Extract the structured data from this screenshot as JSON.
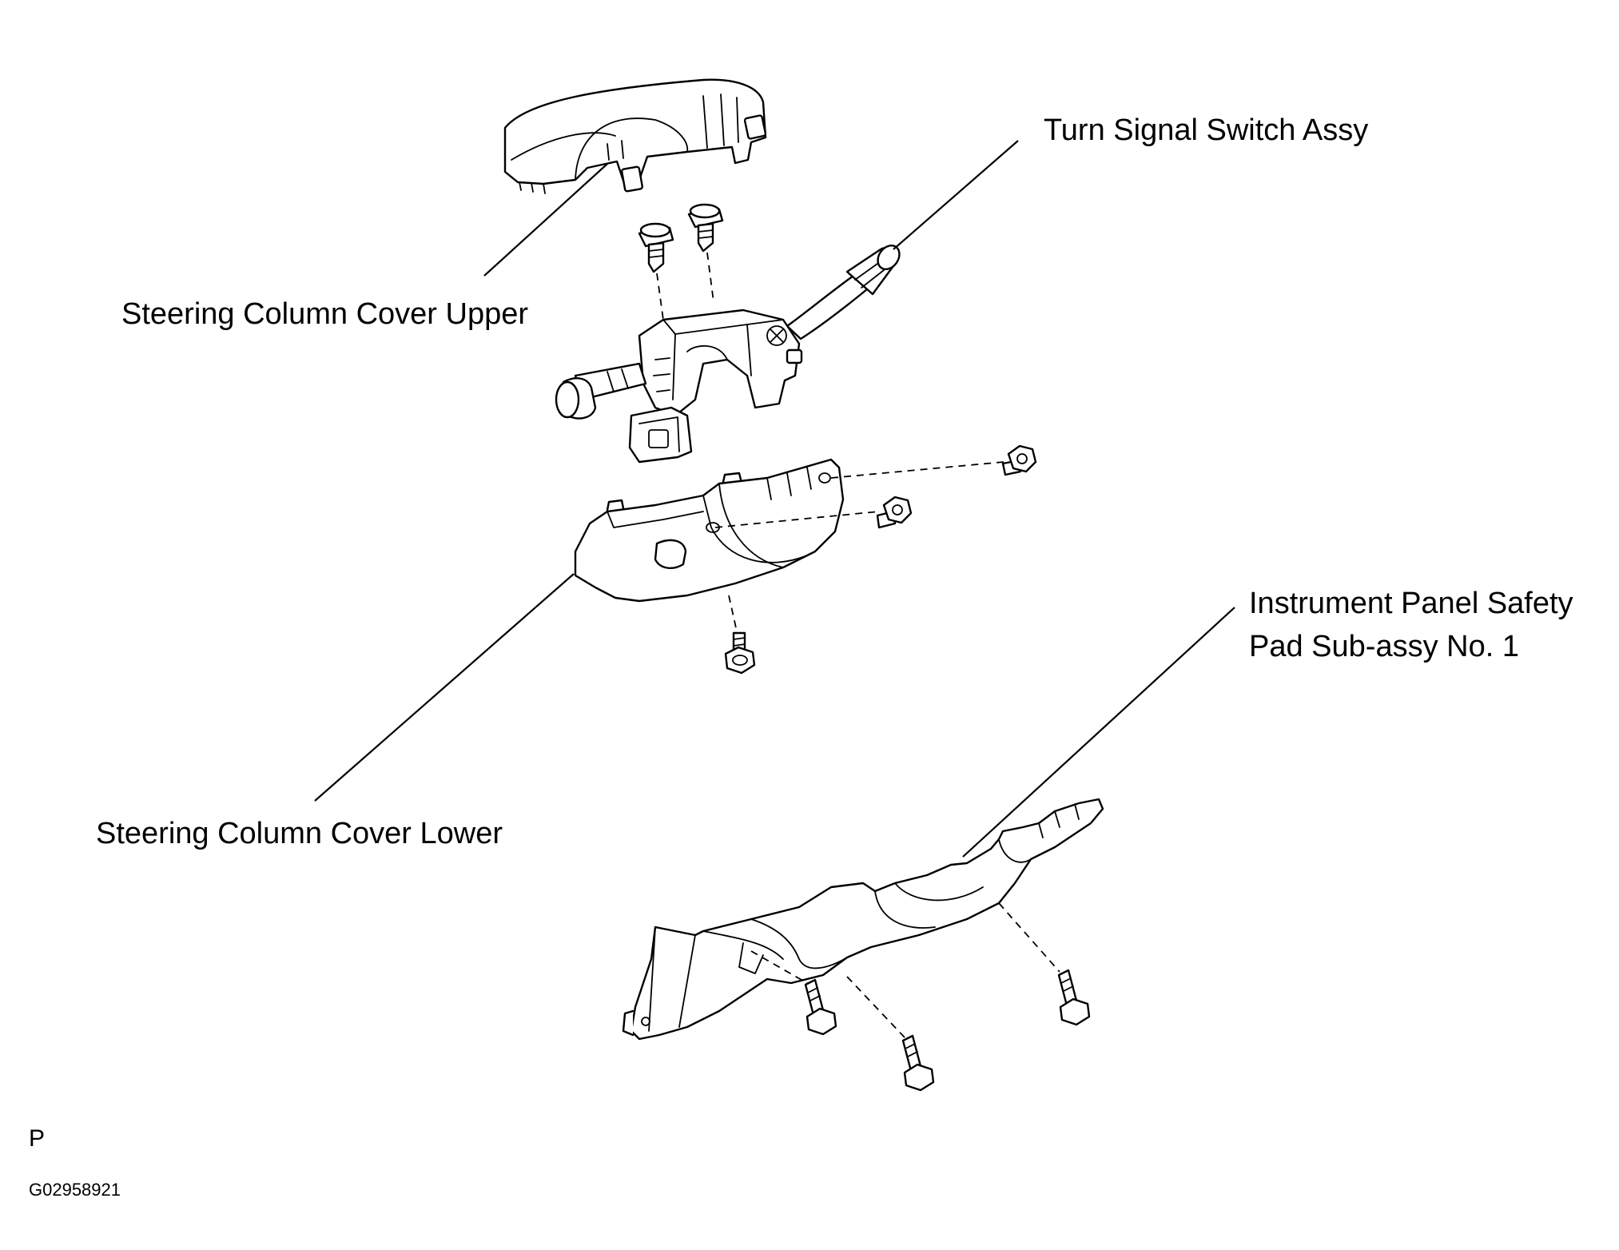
{
  "labels": {
    "steering_column_cover_upper": "Steering Column Cover Upper",
    "turn_signal_switch_assy": "Turn Signal Switch Assy",
    "steering_column_cover_lower": "Steering Column Cover Lower",
    "instrument_panel_safety_pad": {
      "line1": "Instrument Panel Safety",
      "line2": "Pad Sub-assy No. 1"
    }
  },
  "figure": {
    "letter": "P",
    "code": "G02958921"
  }
}
